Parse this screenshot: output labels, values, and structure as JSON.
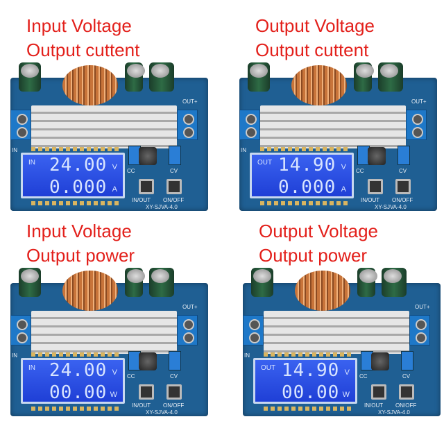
{
  "panels": [
    {
      "line1": "Input Voltage",
      "line2": "Output cuttent",
      "lcd_tag": "IN",
      "row1": "24.00",
      "unit1": "V",
      "row2": "0.000",
      "unit2": "A"
    },
    {
      "line1": "Output Voltage",
      "line2": "Output cuttent",
      "lcd_tag": "OUT",
      "row1": "14.90",
      "unit1": "V",
      "row2": "0.000",
      "unit2": "A"
    },
    {
      "line1": "Input Voltage",
      "line2": "Output power",
      "lcd_tag": "IN",
      "row1": "24.00",
      "unit1": "V",
      "row2": "00.00",
      "unit2": "W"
    },
    {
      "line1": "Output Voltage",
      "line2": "Output power",
      "lcd_tag": "OUT",
      "row1": "14.90",
      "unit1": "V",
      "row2": "00.00",
      "unit2": "W"
    }
  ],
  "board": {
    "cc": "CC",
    "cv": "CV",
    "in_out": "IN/OUT",
    "on_off": "ON/OFF",
    "model": "XY-SJVA-4.0",
    "out_plus": "OUT+",
    "in_label": "IN"
  },
  "colors": {
    "caption": "#e3201b",
    "pcb": "#1f5f93",
    "lcd": "#2a4fe0"
  }
}
